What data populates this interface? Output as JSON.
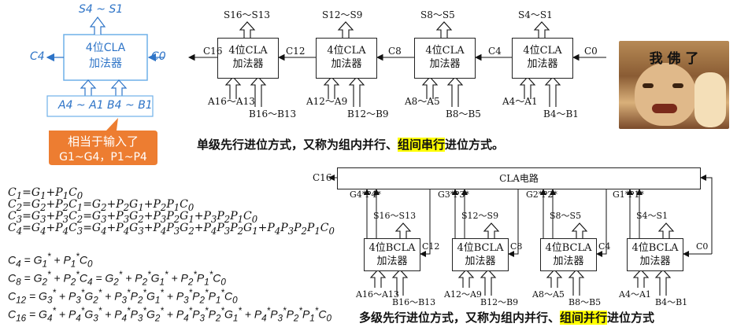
{
  "cla_symbol": {
    "s_out": "S4 ~ S1",
    "box_line1": "4位CLA",
    "box_line2": "加法器",
    "c_out": "C4",
    "c_in": "C0",
    "inputs": "A4 ~ A1  B4 ~ B1",
    "callout_line1": "相当于输入了",
    "callout_line2": "G1~G4，P1~P4",
    "callout_color": "#ed7d31",
    "accent": "#2e74c7"
  },
  "single_level": {
    "blocks": [
      {
        "name": "4位CLA",
        "sub": "加法器",
        "s": "S16～S13",
        "a": "A16～A13",
        "b": "B16～B13"
      },
      {
        "name": "4位CLA",
        "sub": "加法器",
        "s": "S12～S9",
        "a": "A12～A9",
        "b": "B12～B9"
      },
      {
        "name": "4位CLA",
        "sub": "加法器",
        "s": "S8～S5",
        "a": "A8～A5",
        "b": "B8～B5"
      },
      {
        "name": "4位CLA",
        "sub": "加法器",
        "s": "S4～S1",
        "a": "A4～A1",
        "b": "B4～B1"
      }
    ],
    "carries": [
      "C16",
      "C12",
      "C8",
      "C4",
      "C0"
    ],
    "caption_before": "单级先行进位方式，又称为组内并行、",
    "caption_highlight": "组间串行",
    "caption_after": "进位方式。"
  },
  "meme_text": "我 佛 了",
  "equations_a": [
    "C1=G1+P1C0",
    "C2=G2+P2C1=G2+P2G1+P2P1C0",
    "C3=G3+P3C2=G3+P3G2+P3P2G1+P3P2P1C0",
    "C4=G4+P4C3=G4+P4G3+P4P3G2+P4P3P2G1+P4P3P2P1C0"
  ],
  "equations_b": [
    "C4 = G1* + P1*C0",
    "C8 = G2* + P2*C4 = G2* + P2*G1* + P2*P1*C0",
    "C12 = G3* + P3*G2* + P3*P2*G1* + P3*P2*P1*C0",
    "C16 = G4* + P4*G3* + P4*P3*G2* + P4*P3*P2*G1* + P4*P3*P2*P1*C0"
  ],
  "multi_level": {
    "cla_circuit": "CLA电路",
    "c16": "C16",
    "blocks": [
      {
        "name": "4位BCLA",
        "sub": "加法器",
        "g": "G4*",
        "p": "P4*",
        "s": "S16～S13",
        "a": "A16～A13",
        "b": "B16～B13",
        "cin": "C12"
      },
      {
        "name": "4位BCLA",
        "sub": "加法器",
        "g": "G3*",
        "p": "P3*",
        "s": "S12～S9",
        "a": "A12～A9",
        "b": "B12～B9",
        "cin": "C8"
      },
      {
        "name": "4位BCLA",
        "sub": "加法器",
        "g": "G2*",
        "p": "P2*",
        "s": "S8～S5",
        "a": "A8～A5",
        "b": "B8～B5",
        "cin": "C4"
      },
      {
        "name": "4位BCLA",
        "sub": "加法器",
        "g": "G1*",
        "p": "P1*",
        "s": "S4～S1",
        "a": "A4～A1",
        "b": "B4～B1",
        "cin": "C0"
      }
    ],
    "caption_before": "多级先行进位方式，又称为组内并行、",
    "caption_highlight": "组间并行",
    "caption_after": "进位方式"
  }
}
